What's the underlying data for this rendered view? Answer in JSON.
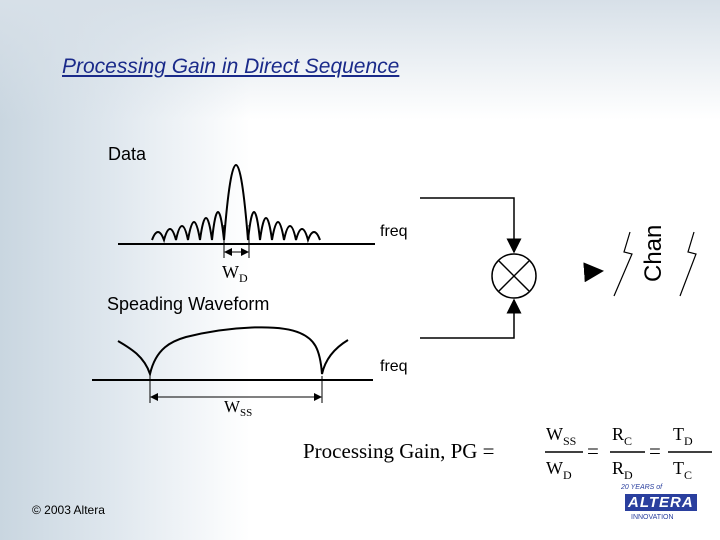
{
  "slide": {
    "title": "Processing Gain in Direct Sequence",
    "copyright": "© 2003 Altera"
  },
  "diagram": {
    "data_label": "Data",
    "data_freq_label": "freq",
    "wd_main": "W",
    "wd_sub": "D",
    "spreading_label": "Speading Waveform",
    "spread_freq_label": "freq",
    "wss_main": "W",
    "wss_sub": "SS",
    "side_text": "Chan"
  },
  "formula": {
    "lhs": "Processing Gain, PG =",
    "f1_num_main": "W",
    "f1_num_sub": "SS",
    "f1_den_main": "W",
    "f1_den_sub": "D",
    "eq1": "=",
    "f2_num_main": "R",
    "f2_num_sub": "C",
    "f2_den_main": "R",
    "f2_den_sub": "D",
    "eq2": "=",
    "f3_num_main": "T",
    "f3_num_sub": "D",
    "f3_den_main": "T",
    "f3_den_sub": "C"
  },
  "logo": {
    "tagline": "20 YEARS of",
    "brand": "ALTERA",
    "sub": "INNOVATION"
  },
  "colors": {
    "title": "#1a2a8a",
    "logo": "#2a3f9e"
  }
}
